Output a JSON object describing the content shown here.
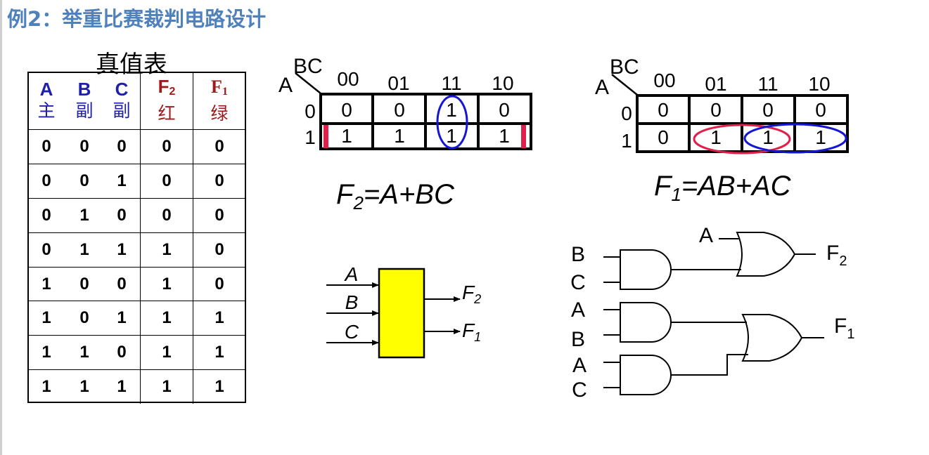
{
  "title": "例2：举重比赛裁判电路设计",
  "truth_table": {
    "caption": "真值表",
    "headers": [
      {
        "var": "A",
        "sub": "",
        "role": "主",
        "color": "#1f1fae"
      },
      {
        "var": "B",
        "sub": "",
        "role": "副",
        "color": "#1f1fae"
      },
      {
        "var": "C",
        "sub": "",
        "role": "副",
        "color": "#1f1fae"
      },
      {
        "var": "F",
        "sub": "2",
        "role": "红",
        "color": "#9c1a1a"
      },
      {
        "var": "F",
        "sub": "1",
        "role": "绿",
        "color": "#9c1a1a"
      }
    ],
    "rows": [
      [
        "0",
        "0",
        "0",
        "0",
        "0"
      ],
      [
        "0",
        "0",
        "1",
        "0",
        "0"
      ],
      [
        "0",
        "1",
        "0",
        "0",
        "0"
      ],
      [
        "0",
        "1",
        "1",
        "1",
        "0"
      ],
      [
        "1",
        "0",
        "0",
        "1",
        "0"
      ],
      [
        "1",
        "0",
        "1",
        "1",
        "1"
      ],
      [
        "1",
        "1",
        "0",
        "1",
        "1"
      ],
      [
        "1",
        "1",
        "1",
        "1",
        "1"
      ]
    ]
  },
  "kmap_f2": {
    "row_var": "A",
    "col_var": "BC",
    "col_labels": [
      "00",
      "01",
      "11",
      "10"
    ],
    "row_labels": [
      "0",
      "1"
    ],
    "cells": [
      [
        "0",
        "0",
        "1",
        "0"
      ],
      [
        "1",
        "1",
        "1",
        "1"
      ]
    ],
    "equation": {
      "lhs": "F",
      "lhs_sub": "2",
      "rhs": "=A+BC"
    }
  },
  "kmap_f1": {
    "row_var": "A",
    "col_var": "BC",
    "col_labels": [
      "00",
      "01",
      "11",
      "10"
    ],
    "row_labels": [
      "0",
      "1"
    ],
    "cells": [
      [
        "0",
        "0",
        "0",
        "0"
      ],
      [
        "0",
        "1",
        "1",
        "1"
      ]
    ],
    "equation": {
      "lhs": "F",
      "lhs_sub": "1",
      "rhs": "=AB+AC"
    }
  },
  "block": {
    "inputs": [
      "A",
      "B",
      "C"
    ],
    "outputs": [
      {
        "name": "F",
        "sub": "2"
      },
      {
        "name": "F",
        "sub": "1"
      }
    ],
    "fill": "#ffff00"
  },
  "circuit": {
    "and1_inputs": [
      "B",
      "C"
    ],
    "or1_input": "A",
    "and2_inputs": [
      "A",
      "B"
    ],
    "and3_inputs": [
      "A",
      "C"
    ],
    "out_top": {
      "name": "F",
      "sub": "2"
    },
    "out_bottom": {
      "name": "F",
      "sub": "1"
    }
  },
  "colors": {
    "title": "#4f81bd",
    "loop_blue": "#1515d6",
    "loop_red": "#e0204a",
    "gate_line": "#000000"
  }
}
